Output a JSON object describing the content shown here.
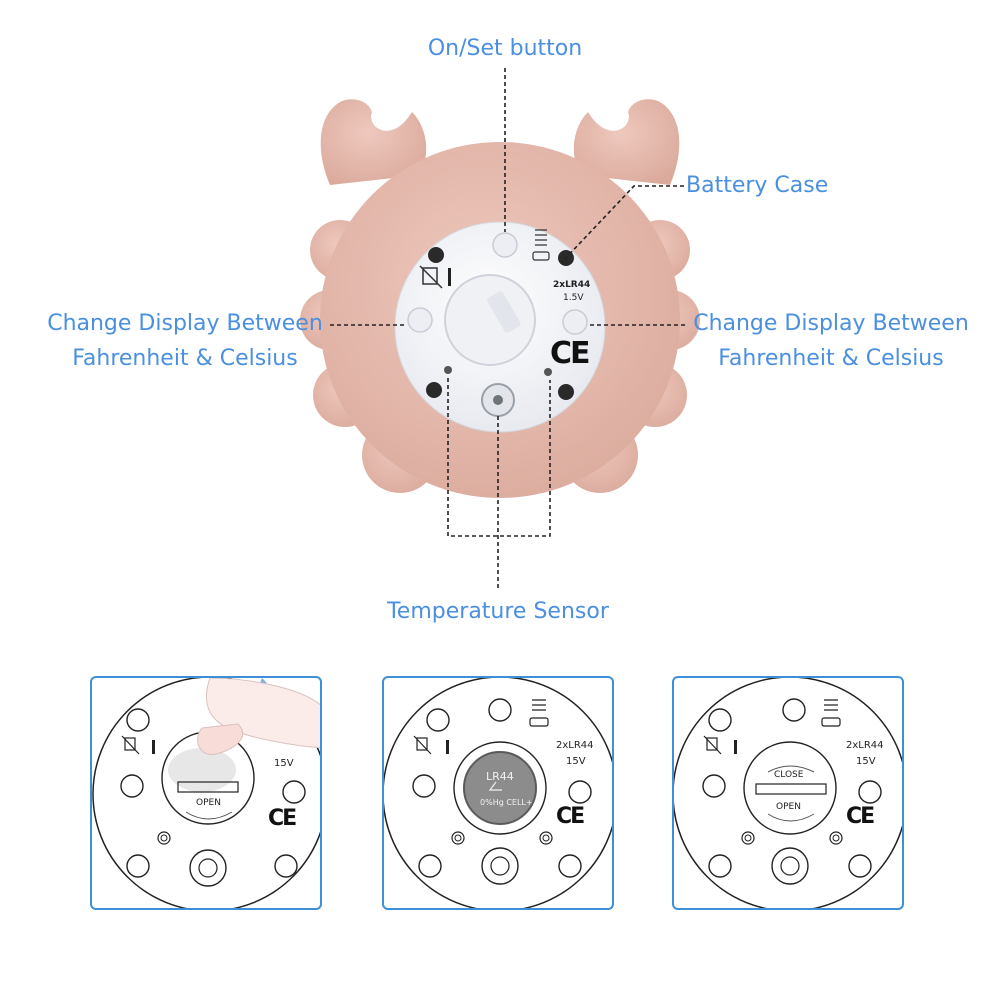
{
  "callouts": {
    "on_set_button": "On/Set button",
    "battery_case": "Battery Case",
    "left_line1": "Change Display Between",
    "left_line2": "Fahrenheit & Celsius",
    "right_line1": "Change Display Between",
    "right_line2": "Fahrenheit & Celsius",
    "temperature_sensor": "Temperature Sensor"
  },
  "device": {
    "battery_spec": "2xLR44",
    "voltage": "1.5V",
    "ce_mark": "CE"
  },
  "panels": [
    {
      "step": "remove-cover",
      "voltage": "15V",
      "open_label": "OPEN",
      "ce_mark": "CE"
    },
    {
      "step": "insert-battery",
      "battery_spec": "2xLR44",
      "voltage": "15V",
      "battery_model": "LR44",
      "battery_text": "0%Hg CELL+",
      "ce_mark": "CE"
    },
    {
      "step": "close-cover",
      "battery_spec": "2xLR44",
      "voltage": "15V",
      "close_label": "CLOSE",
      "open_label": "OPEN",
      "ce_mark": "CE"
    }
  ],
  "colors": {
    "label_blue": "#4a8fe0",
    "panel_border": "#3d8fd6",
    "device_pink": "#e7bcb0",
    "device_face": "#f4f5f9"
  }
}
